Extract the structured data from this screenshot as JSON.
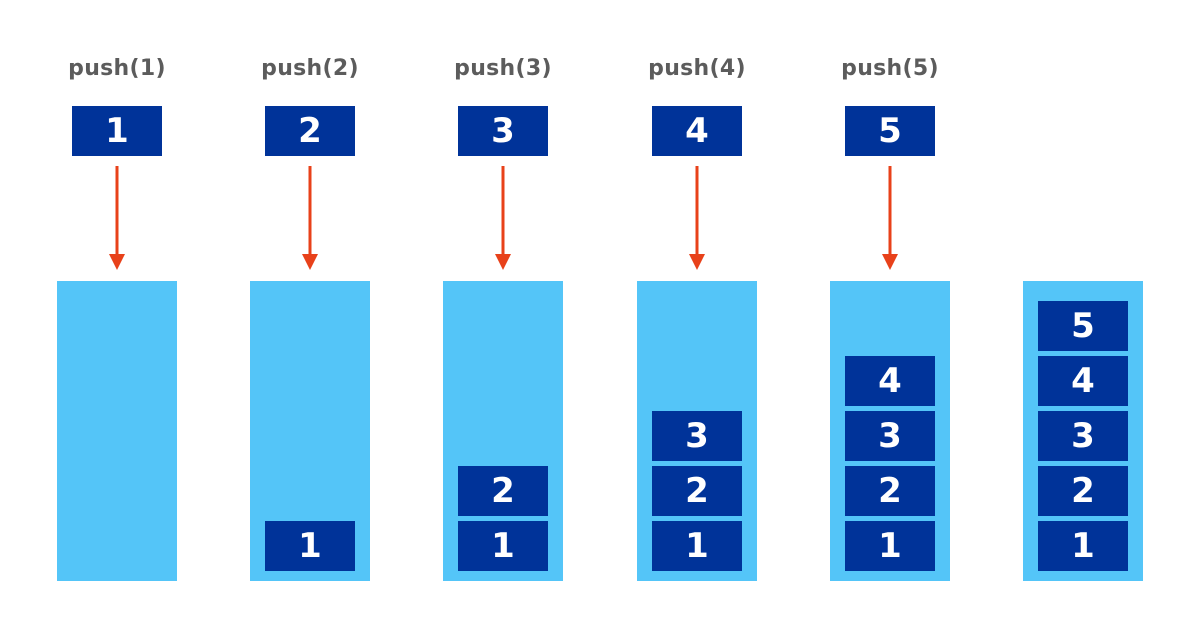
{
  "operations": [
    {
      "label": "push(1)",
      "value": "1"
    },
    {
      "label": "push(2)",
      "value": "2"
    },
    {
      "label": "push(3)",
      "value": "3"
    },
    {
      "label": "push(4)",
      "value": "4"
    },
    {
      "label": "push(5)",
      "value": "5"
    }
  ],
  "stacks": [
    {
      "items": []
    },
    {
      "items": [
        "1"
      ]
    },
    {
      "items": [
        "1",
        "2"
      ]
    },
    {
      "items": [
        "1",
        "2",
        "3"
      ]
    },
    {
      "items": [
        "1",
        "2",
        "3",
        "4"
      ]
    },
    {
      "items": [
        "1",
        "2",
        "3",
        "4",
        "5"
      ]
    }
  ],
  "colors": {
    "item_fill": "#003399",
    "stack_fill": "#54c5f8",
    "arrow": "#e8411a",
    "label_text": "#5c5c5c"
  }
}
